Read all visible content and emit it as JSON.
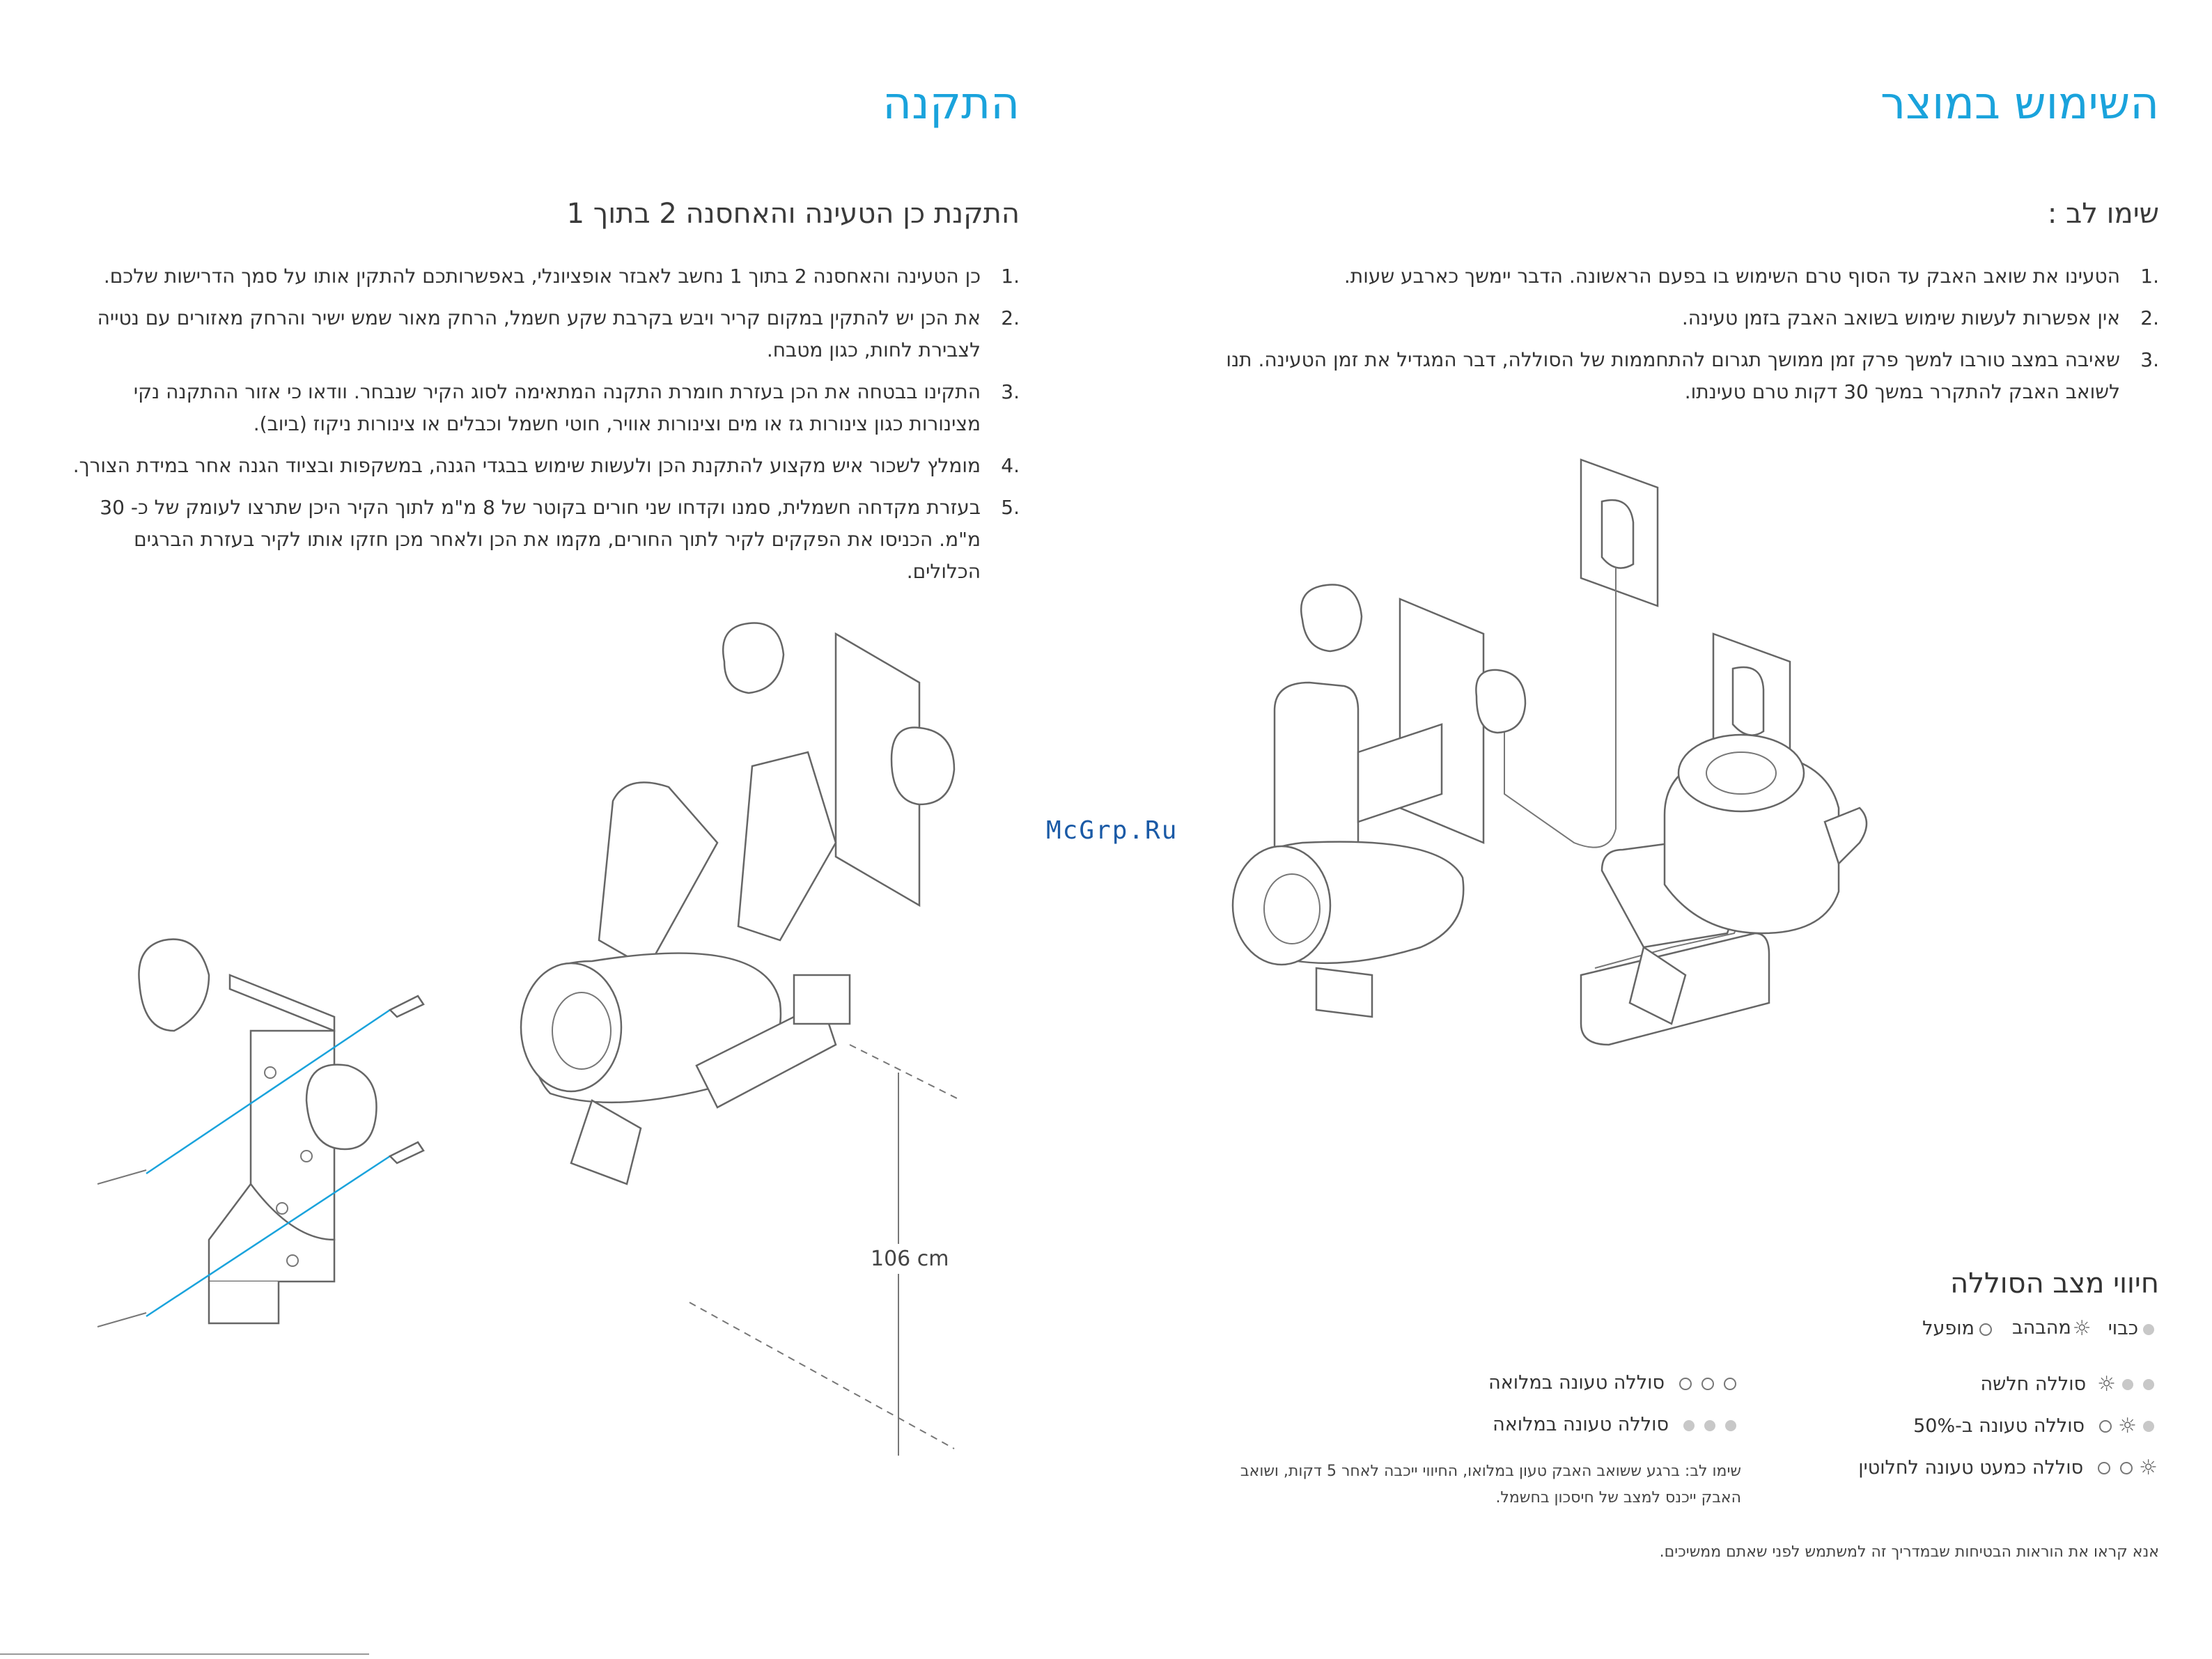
{
  "left_page": {
    "title": "התקנה",
    "subtitle": "התקנת כן הטעינה והאחסנה 2 בתוך 1",
    "steps": [
      {
        "num": ".1",
        "text": "כן הטעינה והאחסנה 2 בתוך 1 נחשב לאבזר אופציונלי, באפשרותכם להתקין אותו על סמך הדרישות שלכם."
      },
      {
        "num": ".2",
        "text": "את הכן יש להתקין במקום קריר ויבש בקרבת שקע חשמל, הרחק מאור שמש ישיר והרחק מאזורים עם נטייה לצבירת לחות, כגון מטבח."
      },
      {
        "num": ".3",
        "text": "התקינו בבטחה את הכן בעזרת חומרת התקנה המתאימה לסוג הקיר שנבחר. וודאו כי אזור ההתקנה נקי מצינורות כגון צינורות גז או מים וצינורות אוויר, חוטי חשמל וכבלים או צינורות ניקוז (ביוב)."
      },
      {
        "num": ".4",
        "text": "מומלץ לשכור איש מקצוע להתקנת הכן ולעשות שימוש בבגדי הגנה, במשקפות ובציוד הגנה אחר במידת הצורך."
      },
      {
        "num": ".5",
        "text": "בעזרת מקדחה חשמלית, סמנו וקדחו שני חורים בקוטר של 8 מ\"מ לתוך הקיר היכן שתרצו לעומק של כ- 30 מ\"מ. הכניסו את הפקקים לקיר לתוך החורים, מקמו את הכן ולאחר מכן חזקו אותו לקיר בעזרת הברגים הכלולים."
      }
    ],
    "height_label": "106 cm"
  },
  "right_page": {
    "title": "השימוש במוצר",
    "subtitle": "שימו לב :",
    "steps": [
      {
        "num": ".1",
        "text": "הטעינו את שואב האבק עד הסוף טרם השימוש בו בפעם הראשונה. הדבר יימשך כארבע שעות."
      },
      {
        "num": ".2",
        "text": "אין אפשרות לעשות שימוש בשואב האבק בזמן טעינה."
      },
      {
        "num": ".3",
        "text": "שאיבה במצב טורבו למשך פרק זמן ממושך תגרום להתחממות של הסוללה, דבר המגדיל את זמן הטעינה. תנו לשואב האבק להתקרר במשך 30 דקות טרם טעינתו."
      }
    ],
    "battery": {
      "heading": "חיווי מצב הסוללה",
      "legend": {
        "off": "כבוי",
        "blinking": "מהבהב",
        "on": "מופעל"
      },
      "rows": [
        {
          "label": "סוללה חלשה"
        },
        {
          "label": "סוללה טעונה ב-50%"
        },
        {
          "label": "סוללה כמעט טעונה לחלוטין"
        },
        {
          "label": "סוללה טעונה במלואה"
        },
        {
          "label": "סוללה טעונה במלואה"
        }
      ],
      "note": "שימו לב: ברגע ששואב האבק טעון במלואו, החיווי ייכבה לאחר 5 דקות, ושואב האבק ייכנס למצב של חיסכון בחשמל."
    },
    "footer": "אנא קראו את הוראות הבטיחות שבמדריך זה למשתמש לפני שאתם ממשיכים."
  },
  "watermark": "McGrp.Ru",
  "colors": {
    "accent": "#1aa3dc",
    "text": "#333333",
    "line": "#666666"
  }
}
